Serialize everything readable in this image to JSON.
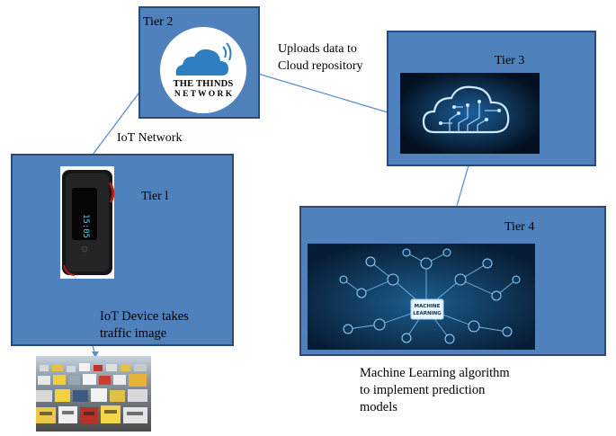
{
  "tiers": {
    "tier1": {
      "label": "Tier l",
      "caption_line1": "IoT Device takes",
      "caption_line2": "traffic image"
    },
    "tier2": {
      "label": "Tier 2",
      "logo_line1": "THE THINDS",
      "logo_line2": "N E T W O R K"
    },
    "tier3": {
      "label": "Tier 3"
    },
    "tier4": {
      "label": "Tier 4",
      "ml_label_line1": "MACHINE",
      "ml_label_line2": "LEARNING"
    }
  },
  "connections": {
    "iot_network": "IoT Network",
    "upload_line1": "Uploads data to",
    "upload_line2": "Cloud repository"
  },
  "ml_caption": {
    "line1": "Machine Learning algorithm",
    "line2": "to implement prediction",
    "line3": "models"
  },
  "colors": {
    "tier_box": "#4f81bd",
    "tier_border": "#2a4a7a",
    "connector": "#5b8fd0",
    "logo_cloud": "#2d7fc1"
  }
}
